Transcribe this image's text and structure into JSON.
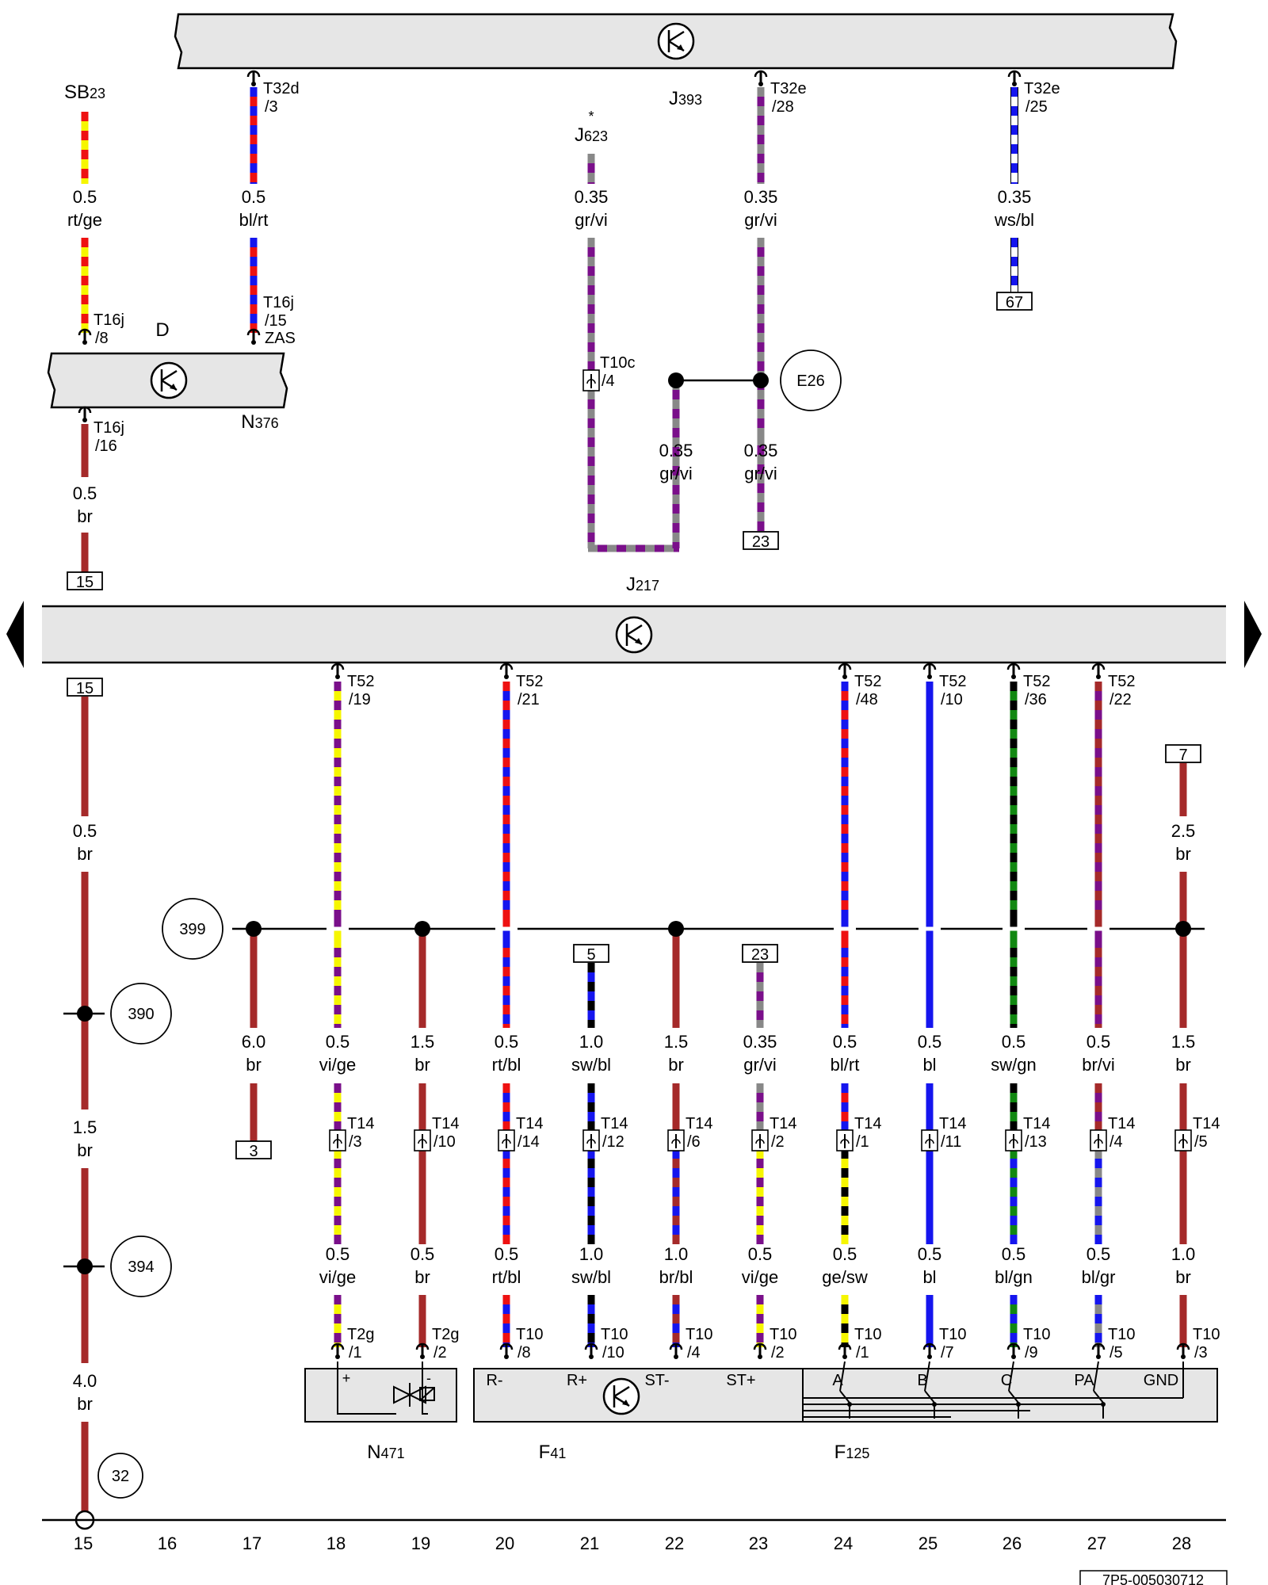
{
  "components": {
    "j393": {
      "letter": "J",
      "number": "393"
    },
    "j623": {
      "letter": "J",
      "number": "623",
      "mark": "*"
    },
    "j217": {
      "letter": "J",
      "number": "217"
    },
    "n376": {
      "letter": "N",
      "number": "376"
    },
    "sb23": {
      "letter": "SB",
      "number": "23"
    },
    "d": "D",
    "n471": {
      "letter": "N",
      "number": "471"
    },
    "f41": {
      "letter": "F",
      "number": "41"
    },
    "f125": {
      "letter": "F",
      "number": "125"
    }
  },
  "circles": {
    "e26": "E26",
    "g399": "399",
    "g390": "390",
    "g394": "394",
    "g32": "32"
  },
  "wires": [
    {
      "id": "w1",
      "size": "0.5",
      "color": "rt/ge"
    },
    {
      "id": "w2",
      "size": "0.5",
      "color": "bl/rt"
    },
    {
      "id": "w3",
      "size": "0.35",
      "color": "gr/vi"
    },
    {
      "id": "w4",
      "size": "0.35",
      "color": "gr/vi"
    },
    {
      "id": "w5",
      "size": "0.35",
      "color": "ws/bl"
    },
    {
      "id": "w6",
      "size": "0.35",
      "color": "gr/vi"
    },
    {
      "id": "w7",
      "size": "0.35",
      "color": "gr/vi"
    },
    {
      "id": "w8",
      "size": "0.5",
      "color": "br"
    },
    {
      "id": "w9",
      "size": "0.5",
      "color": "br"
    },
    {
      "id": "w10",
      "size": "2.5",
      "color": "br"
    },
    {
      "id": "w11",
      "size": "1.5",
      "color": "br"
    },
    {
      "id": "w12",
      "size": "4.0",
      "color": "br"
    },
    {
      "id": "m17",
      "size": "6.0",
      "color": "br"
    },
    {
      "id": "m18",
      "size": "0.5",
      "color": "vi/ge"
    },
    {
      "id": "m19",
      "size": "1.5",
      "color": "br"
    },
    {
      "id": "m20",
      "size": "0.5",
      "color": "rt/bl"
    },
    {
      "id": "m21",
      "size": "1.0",
      "color": "sw/bl"
    },
    {
      "id": "m22",
      "size": "1.5",
      "color": "br"
    },
    {
      "id": "m23",
      "size": "0.35",
      "color": "gr/vi"
    },
    {
      "id": "m24",
      "size": "0.5",
      "color": "bl/rt"
    },
    {
      "id": "m25",
      "size": "0.5",
      "color": "bl"
    },
    {
      "id": "m26",
      "size": "0.5",
      "color": "sw/gn"
    },
    {
      "id": "m27",
      "size": "0.5",
      "color": "br/vi"
    },
    {
      "id": "m28",
      "size": "1.5",
      "color": "br"
    },
    {
      "id": "l18",
      "size": "0.5",
      "color": "vi/ge"
    },
    {
      "id": "l19",
      "size": "0.5",
      "color": "br"
    },
    {
      "id": "l20",
      "size": "0.5",
      "color": "rt/bl"
    },
    {
      "id": "l21",
      "size": "1.0",
      "color": "sw/bl"
    },
    {
      "id": "l22",
      "size": "1.0",
      "color": "br/bl"
    },
    {
      "id": "l23",
      "size": "0.5",
      "color": "vi/ge"
    },
    {
      "id": "l24",
      "size": "0.5",
      "color": "ge/sw"
    },
    {
      "id": "l25",
      "size": "0.5",
      "color": "bl"
    },
    {
      "id": "l26",
      "size": "0.5",
      "color": "bl/gn"
    },
    {
      "id": "l27",
      "size": "0.5",
      "color": "bl/gr"
    },
    {
      "id": "l28",
      "size": "1.0",
      "color": "br"
    }
  ],
  "connectors": [
    {
      "id": "c1",
      "name": "T32d",
      "pin": "/3"
    },
    {
      "id": "c2",
      "name": "T32e",
      "pin": "/28"
    },
    {
      "id": "c3",
      "name": "T32e",
      "pin": "/25"
    },
    {
      "id": "c4",
      "name": "T16j",
      "pin": "/8"
    },
    {
      "id": "c5",
      "name": "T16j",
      "pin": "/15",
      "extra": "ZAS"
    },
    {
      "id": "c6",
      "name": "T16j",
      "pin": "/16"
    },
    {
      "id": "c7",
      "name": "T10c",
      "pin": "/4"
    },
    {
      "id": "t52a",
      "name": "T52",
      "pin": "/19"
    },
    {
      "id": "t52b",
      "name": "T52",
      "pin": "/21"
    },
    {
      "id": "t52c",
      "name": "T52",
      "pin": "/48"
    },
    {
      "id": "t52d",
      "name": "T52",
      "pin": "/10"
    },
    {
      "id": "t52e",
      "name": "T52",
      "pin": "/36"
    },
    {
      "id": "t52f",
      "name": "T52",
      "pin": "/22"
    },
    {
      "id": "t14a",
      "name": "T14",
      "pin": "/3"
    },
    {
      "id": "t14b",
      "name": "T14",
      "pin": "/10"
    },
    {
      "id": "t14c",
      "name": "T14",
      "pin": "/14"
    },
    {
      "id": "t14d",
      "name": "T14",
      "pin": "/12"
    },
    {
      "id": "t14e",
      "name": "T14",
      "pin": "/6"
    },
    {
      "id": "t14f",
      "name": "T14",
      "pin": "/2"
    },
    {
      "id": "t14g",
      "name": "T14",
      "pin": "/1"
    },
    {
      "id": "t14h",
      "name": "T14",
      "pin": "/11"
    },
    {
      "id": "t14i",
      "name": "T14",
      "pin": "/13"
    },
    {
      "id": "t14j",
      "name": "T14",
      "pin": "/4"
    },
    {
      "id": "t14k",
      "name": "T14",
      "pin": "/5"
    },
    {
      "id": "b18",
      "name": "T2g",
      "pin": "/1"
    },
    {
      "id": "b19",
      "name": "T2g",
      "pin": "/2"
    },
    {
      "id": "b20",
      "name": "T10",
      "pin": "/8"
    },
    {
      "id": "b21",
      "name": "T10",
      "pin": "/10"
    },
    {
      "id": "b22",
      "name": "T10",
      "pin": "/4"
    },
    {
      "id": "b23",
      "name": "T10",
      "pin": "/2"
    },
    {
      "id": "b24",
      "name": "T10",
      "pin": "/1"
    },
    {
      "id": "b25",
      "name": "T10",
      "pin": "/7"
    },
    {
      "id": "b26",
      "name": "T10",
      "pin": "/9"
    },
    {
      "id": "b27",
      "name": "T10",
      "pin": "/5"
    },
    {
      "id": "b28",
      "name": "T10",
      "pin": "/3"
    }
  ],
  "refs": [
    {
      "id": "r67",
      "text": "67"
    },
    {
      "id": "r23a",
      "text": "23"
    },
    {
      "id": "r15a",
      "text": "15"
    },
    {
      "id": "r15b",
      "text": "15"
    },
    {
      "id": "r7",
      "text": "7"
    },
    {
      "id": "r5",
      "text": "5"
    },
    {
      "id": "r23b",
      "text": "23"
    },
    {
      "id": "r3",
      "text": "3"
    }
  ],
  "pins": {
    "plus": "+",
    "minus": "-",
    "rminus": "R-",
    "rplus": "R+",
    "stminus": "ST-",
    "stplus": "ST+",
    "a": "A",
    "b": "B",
    "c": "C",
    "pa": "PA",
    "gnd": "GND"
  },
  "tracks": [
    "15",
    "16",
    "17",
    "18",
    "19",
    "20",
    "21",
    "22",
    "23",
    "24",
    "25",
    "26",
    "27",
    "28"
  ],
  "footer_code": "7P5-005030712",
  "colors": {
    "rt": "#ee1111",
    "ge": "#f6f600",
    "bl": "#1515ee",
    "gr": "#888888",
    "vi": "#7a0f8a",
    "ws": "#ffffff",
    "br": "#a52a2a",
    "sw": "#000000",
    "gn": "#118811",
    "module": "#e6e6e6"
  }
}
